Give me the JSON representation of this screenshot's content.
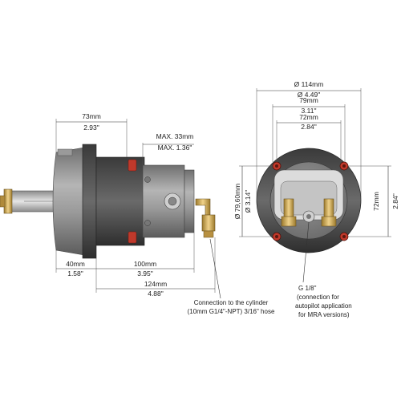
{
  "side_view": {
    "dim_total_width": [
      "73mm",
      "2.93\""
    ],
    "dim_max_depth": [
      "MAX. 33mm",
      "MAX. 1.36\""
    ],
    "dim_flange": [
      "40mm",
      "1.58\""
    ],
    "dim_body": [
      "100mm",
      "3.95\""
    ],
    "dim_overall": [
      "124mm",
      "4.88\""
    ],
    "connection_note": [
      "Connection to the cylinder",
      "(10mm G1/4\"-NPT) 3/16\" hose"
    ]
  },
  "front_view": {
    "dim_outer_diameter": [
      "Ø 114mm",
      "Ø 4.49\""
    ],
    "dim_hole_spacing": [
      "79mm",
      "3.11\""
    ],
    "dim_inner_spacing": [
      "72mm",
      "2.84\""
    ],
    "dim_pcd_vertical": [
      "Ø 79,60mm",
      "Ø 3.14\""
    ],
    "dim_height_right": [
      "72mm",
      "2.84\""
    ],
    "port_note": [
      "G 1/8\"",
      "(connection for",
      "autopilot application",
      "for MRA versions)"
    ]
  },
  "colors": {
    "body_gray": "#8a8a8a",
    "dark_gray": "#4a4a4a",
    "brass": "#c9a24a",
    "red_bolt": "#c0392b"
  }
}
